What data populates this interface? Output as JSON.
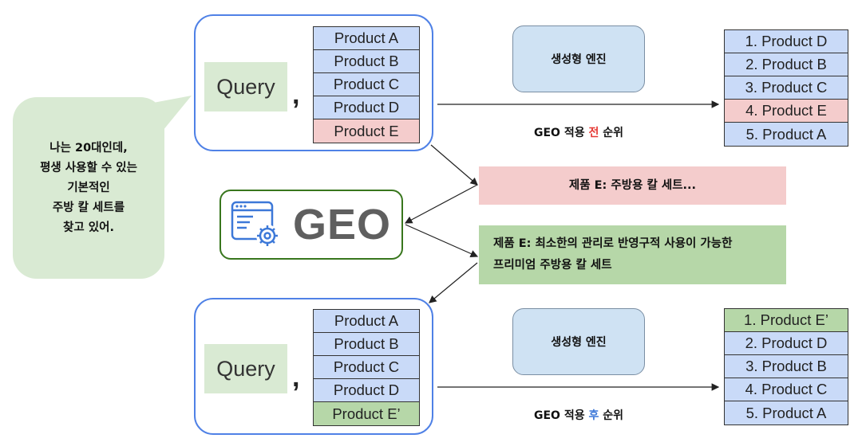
{
  "user_bubble": {
    "lines": [
      "나는 20대인데,",
      "평생 사용할 수 있는",
      "기본적인",
      "주방 칼 세트를",
      "찾고 있어."
    ]
  },
  "before": {
    "query_label": "Query",
    "separator": ",",
    "products": [
      "Product A",
      "Product B",
      "Product C",
      "Product D",
      "Product E"
    ],
    "engine_label": "생성형 엔진",
    "rank_label": {
      "prefix": "GEO 적용 ",
      "highlight": "전",
      "suffix": " 순위",
      "highlight_color": "#e53935"
    },
    "ranking": [
      "1. Product D",
      "2. Product B",
      "3. Product C",
      "4. Product E",
      "5. Product A"
    ]
  },
  "geo": {
    "label": "GEO",
    "icon": "web-settings-icon",
    "input_description": "제품 E: 주방용 칼 세트...",
    "output_description": [
      "제품 E: 최소한의 관리로 반영구적 사용이 가능한",
      "프리미엄 주방용 칼 세트"
    ]
  },
  "after": {
    "query_label": "Query",
    "separator": ",",
    "products": [
      "Product A",
      "Product B",
      "Product C",
      "Product D",
      "Product E’"
    ],
    "engine_label": "생성형 엔진",
    "rank_label": {
      "prefix": "GEO 적용 ",
      "highlight": "후",
      "suffix": " 순위",
      "highlight_color": "#3d78d8"
    },
    "ranking": [
      "1. Product E’",
      "2. Product D",
      "3. Product B",
      "4. Product C",
      "5. Product A"
    ]
  },
  "colors": {
    "frame_blue": "#4f81e6",
    "cell_blue": "#c9daf8",
    "cell_red": "#f4cccc",
    "cell_green": "#b6d7a8",
    "query_green": "#d9ead3",
    "geo_border": "#38761d"
  }
}
